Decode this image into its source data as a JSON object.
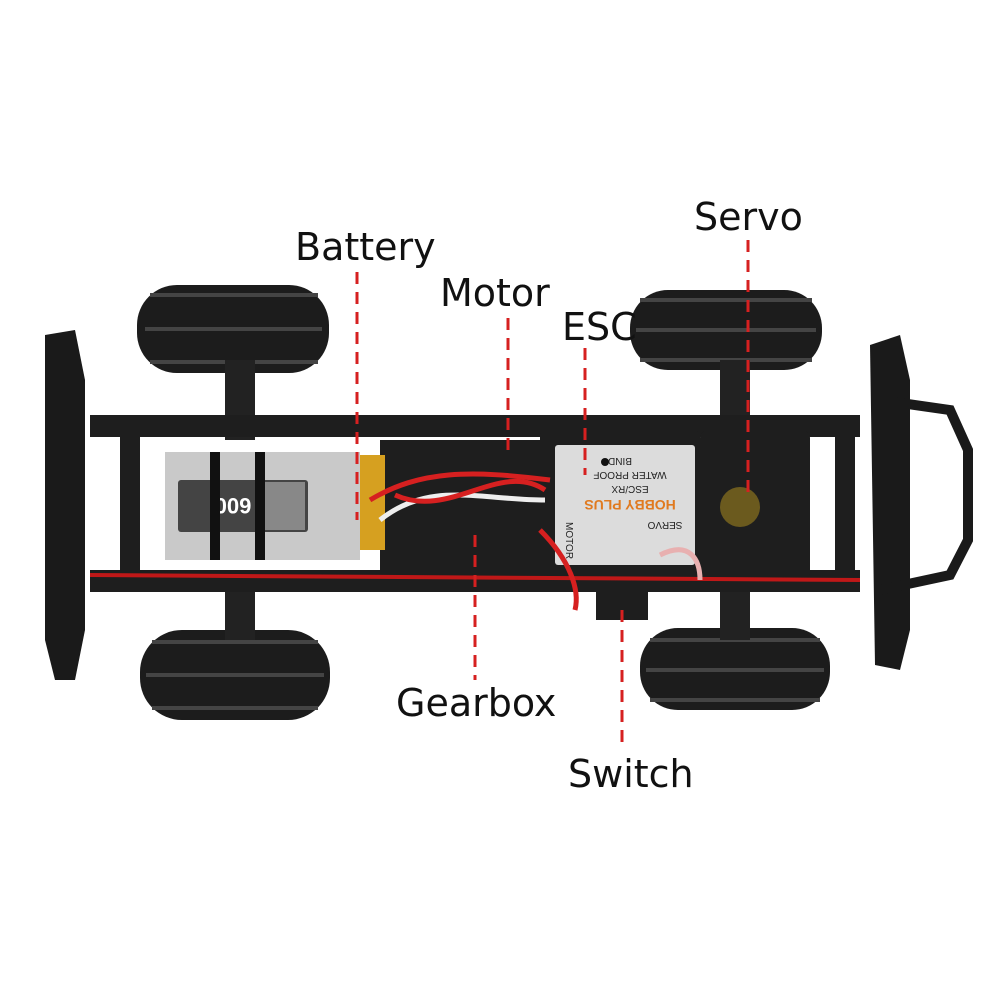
{
  "labels": {
    "battery": "Battery",
    "motor": "Motor",
    "esc": "ESC",
    "servo": "Servo",
    "gearbox": "Gearbox",
    "switch": "Switch"
  },
  "product_text": {
    "battery_capacity": "600",
    "esc_brand": "HOBBY PLUS",
    "esc_model": "ESC/RX",
    "esc_waterproof": "WATER PROOF",
    "esc_bind": "BIND",
    "esc_motor": "MOTOR",
    "esc_servo": "SERVO"
  },
  "colors": {
    "leader_line": "#d62020",
    "chassis": "#1a1a1a",
    "battery": "#c9c9c9",
    "esc_panel": "#dcdcdc",
    "brand_orange": "#e07a1f"
  }
}
